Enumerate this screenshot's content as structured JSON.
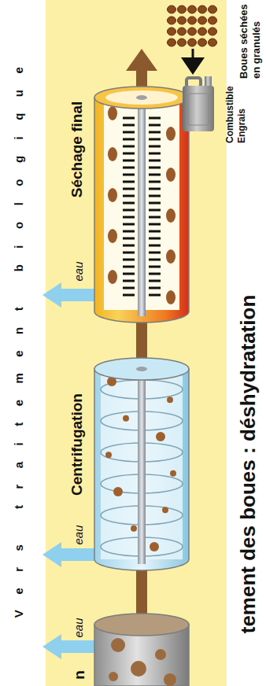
{
  "diagram": {
    "title": "tement des boues : déshydratation",
    "nodes": [
      {
        "text": [
          "n"
        ]
      },
      {
        "text": [
          "Centrifugation"
        ]
      },
      {
        "text": [
          "Séchage final"
        ]
      },
      {
        "text": [
          "Boues séchées en granulés"
        ]
      },
      {
        "text": [
          "Combustible Engrais"
        ]
      },
      {
        "text": [
          "Vers traitement biologique"
        ]
      }
    ],
    "edges": [
      {
        "from": 0,
        "to": 1,
        "arrow": "none"
      },
      {
        "from": 1,
        "to": 2,
        "arrow": "none"
      },
      {
        "from": 2,
        "to": 3,
        "arrow": "to"
      },
      {
        "from": 3,
        "to": 4,
        "arrow": "to"
      },
      {
        "from": 2,
        "to": 5,
        "label": "eau",
        "arrow": "to"
      },
      {
        "from": 1,
        "to": 5,
        "label": "eau",
        "arrow": "to"
      },
      {
        "from": 0,
        "to": 5,
        "label": "eau",
        "arrow": "to"
      }
    ]
  }
}
